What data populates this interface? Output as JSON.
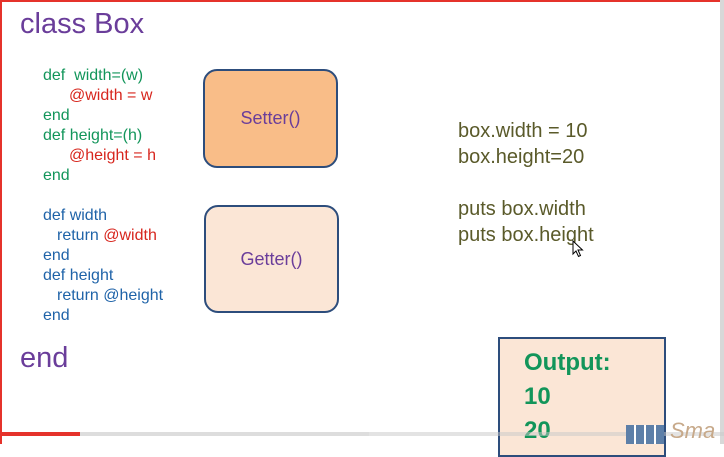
{
  "slide": {
    "title": "class Box",
    "end_keyword": "end",
    "setter_box": {
      "label": "Setter()"
    },
    "getter_box": {
      "label": "Getter()"
    }
  },
  "setter_code": {
    "l1": "def  width=(w)",
    "l2": "@width = w",
    "l3": "end",
    "l4": "def height=(h)",
    "l5": "@height = h",
    "l6": "end"
  },
  "getter_code": {
    "l1": "def width",
    "l2a": "return ",
    "l2b": "@width",
    "l3": "end",
    "l4": "def height",
    "l5a": "return ",
    "l5b": "@height",
    "l6": "end"
  },
  "usage": {
    "l1": "box.width = 10",
    "l2": "box.height=20",
    "l3": "puts box.width",
    "l4": "puts box.height"
  },
  "output": {
    "label": "Output:",
    "value1": "10",
    "value2": "20"
  },
  "video": {
    "played_fraction": 0.11,
    "buffered_fraction": 0.51
  },
  "logo": {
    "text": "Sma"
  },
  "colors": {
    "title": "#6a3d9a",
    "setter_code": "#12955a",
    "getter_code": "#1f63a8",
    "instance_var": "#d7261e",
    "setter_fill": "#f9bd88",
    "getter_fill": "#fbe6d6",
    "usage_text": "#5a5a2a",
    "output_text": "#12955a",
    "progress": "#e5322b"
  }
}
